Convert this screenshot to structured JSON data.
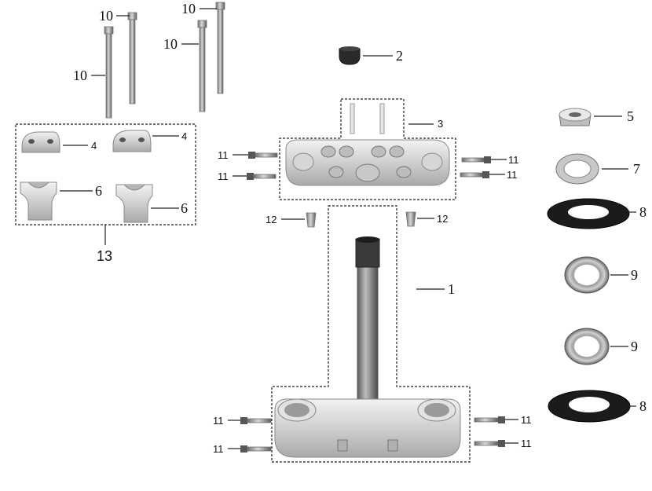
{
  "labels": {
    "p1": "1",
    "p2": "2",
    "p3": "3",
    "p4a": "4",
    "p4b": "4",
    "p5": "5",
    "p6a": "6",
    "p6b": "6",
    "p7": "7",
    "p8a": "8",
    "p8b": "8",
    "p9a": "9",
    "p9b": "9",
    "p10a": "10",
    "p10b": "10",
    "p10c": "10",
    "p10d": "10",
    "p11a": "11",
    "p11b": "11",
    "p11c": "11",
    "p11d": "11",
    "p11e": "11",
    "p11f": "11",
    "p11g": "11",
    "p11h": "11",
    "p12a": "12",
    "p12b": "12",
    "p13": "13"
  }
}
